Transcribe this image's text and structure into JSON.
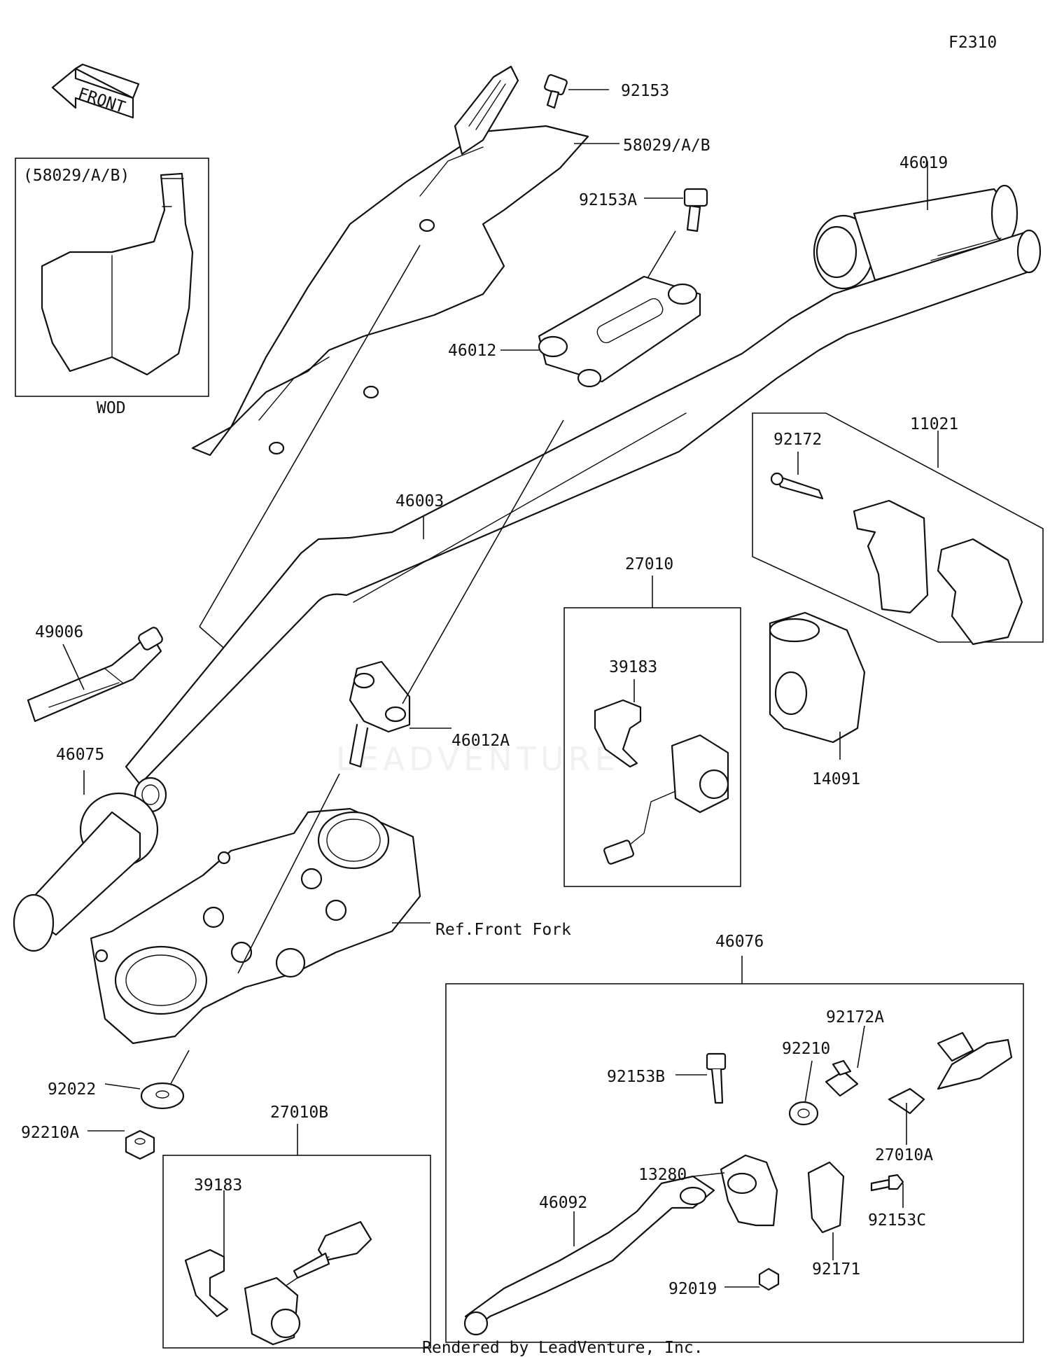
{
  "figure_code": "F2310",
  "front_arrow": "FRONT",
  "inset": {
    "title": "(58029/A/B)",
    "caption": "WOD"
  },
  "labels": {
    "l92153": "92153",
    "l58029": "58029/A/B",
    "l92153A": "92153A",
    "l46019": "46019",
    "l46012": "46012",
    "l11021": "11021",
    "l92172": "92172",
    "l46003": "46003",
    "l27010": "27010",
    "l49006": "49006",
    "l39183a": "39183",
    "l46012A": "46012A",
    "l14091": "14091",
    "l46075": "46075",
    "lRefFork": "Ref.Front Fork",
    "l46076": "46076",
    "l92172A": "92172A",
    "l92210": "92210",
    "l92153B": "92153B",
    "l92022": "92022",
    "l27010B": "27010B",
    "l92210A": "92210A",
    "l13280": "13280",
    "l27010A": "27010A",
    "l39183b": "39183",
    "l46092": "46092",
    "l92153C": "92153C",
    "l92171": "92171",
    "l92019": "92019"
  },
  "footer": "Rendered by LeadVenture, Inc.",
  "watermark": "LEADVENTURE"
}
